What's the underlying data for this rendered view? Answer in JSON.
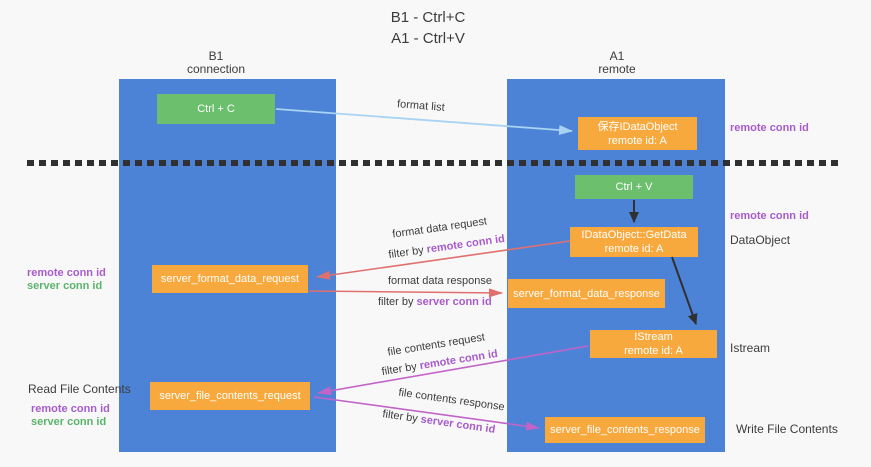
{
  "title": {
    "line1": "B1 - Ctrl+C",
    "line2": "A1 - Ctrl+V"
  },
  "lanes": {
    "left": {
      "name": "B1",
      "sub": "connection"
    },
    "right": {
      "name": "A1",
      "sub": "remote"
    }
  },
  "nodes": {
    "ctrl_c": {
      "label": "Ctrl + C"
    },
    "saved_dataobject": {
      "line1": "保存IDataObject",
      "line2": "remote id: A"
    },
    "ctrl_v": {
      "label": "Ctrl + V"
    },
    "getdata": {
      "line1": "IDataObject::GetData",
      "line2": "remote id: A"
    },
    "istream": {
      "line1": "IStream",
      "line2": "remote id: A"
    },
    "format_request": {
      "label": "server_format_data_request"
    },
    "format_response": {
      "label": "server_format_data_response"
    },
    "file_request": {
      "label": "server_file_contents_request"
    },
    "file_response": {
      "label": "server_file_contents_response"
    }
  },
  "arrow_labels": {
    "format_list": "format list",
    "format_data_request": "format data request",
    "format_data_response": "format data response",
    "file_contents_request": "file contents request",
    "file_contents_response": "file contents response",
    "filter_by": "filter by "
  },
  "side_labels": {
    "remote_conn_id": "remote conn id",
    "server_conn_id": "server conn id",
    "dataobject": "DataObject",
    "istream": "Istream",
    "read_file_contents": "Read File Contents",
    "write_file_contents": "Write File Contents"
  },
  "colors": {
    "lane_blue": "#4d83d7",
    "node_orange": "#f8a93e",
    "node_green": "#6cbf6d",
    "arrow_lightblue": "#a8d3f2",
    "arrow_red": "#e0706e",
    "arrow_magenta": "#c263c8",
    "arrow_black": "#303030",
    "text_purple": "#a85ccb",
    "text_green": "#5ab46a",
    "text_ink": "#3c3c3c",
    "background": "#f8f8f9"
  }
}
